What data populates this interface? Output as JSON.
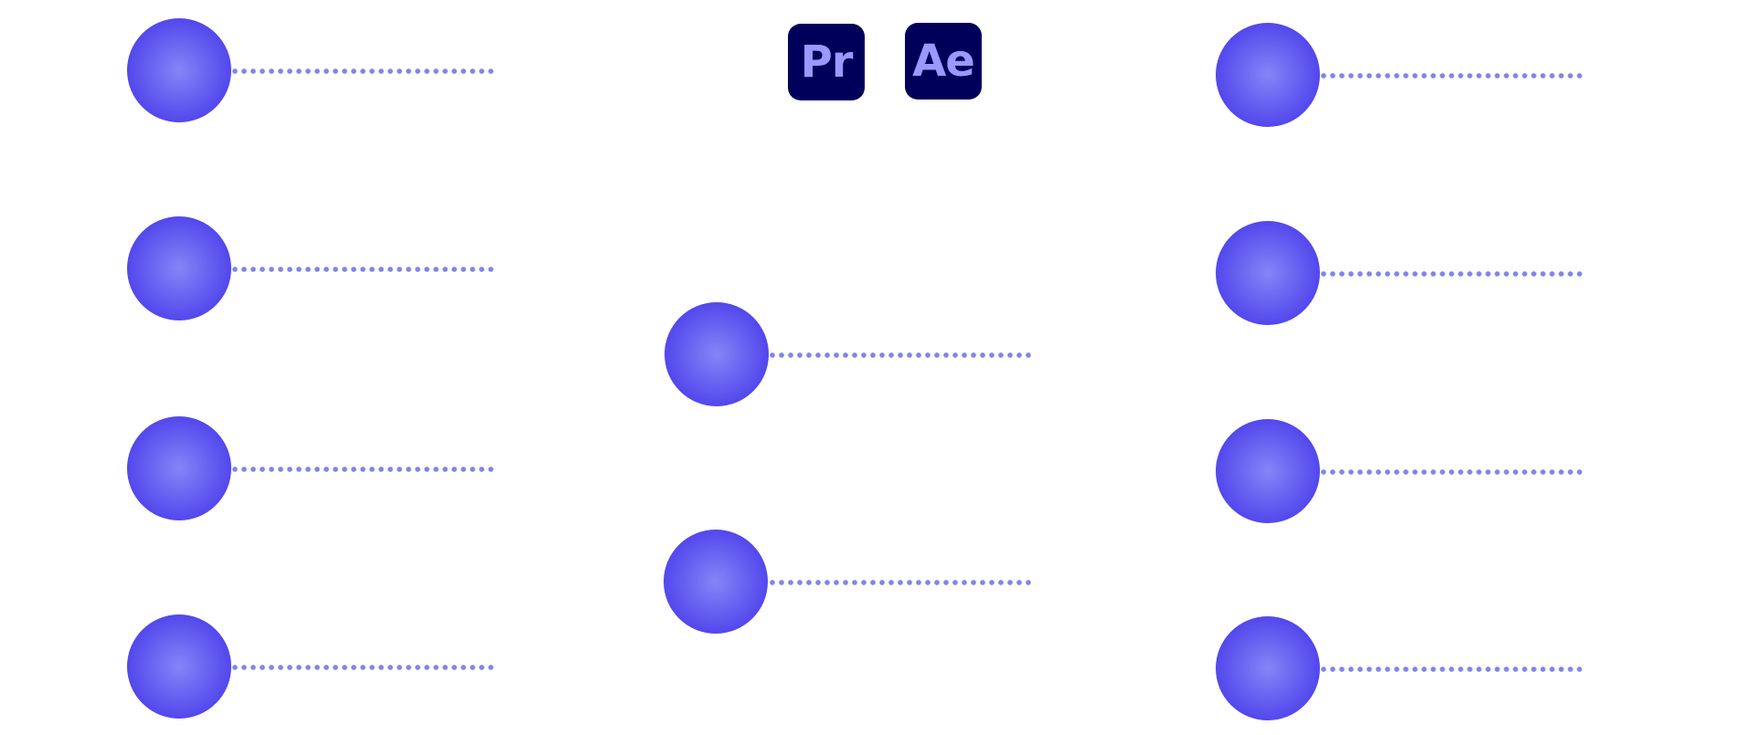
{
  "apps": [
    {
      "id": "premiere-pro",
      "label": "Pr"
    },
    {
      "id": "after-effects",
      "label": "Ae"
    }
  ],
  "colors": {
    "background": "#ffffff",
    "badge_bg": "#00005b",
    "badge_text": "#9999ff",
    "bullet_center": "#8585f7",
    "bullet_edge": "#3d2ee8",
    "leader_dot": "#7f86ea"
  },
  "groups": [
    {
      "id": "left-column",
      "bullet_count": 4
    },
    {
      "id": "center-column",
      "bullet_count": 2
    },
    {
      "id": "right-column",
      "bullet_count": 4
    }
  ]
}
